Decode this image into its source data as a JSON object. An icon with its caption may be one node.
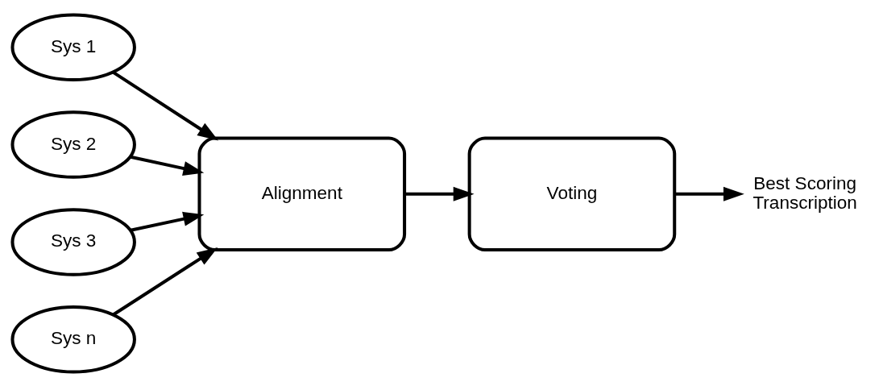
{
  "diagram": {
    "nodes": [
      {
        "text": [
          "Sys 1"
        ]
      },
      {
        "text": [
          "Sys 2"
        ]
      },
      {
        "text": [
          "Sys 3"
        ]
      },
      {
        "text": [
          "Sys n"
        ]
      },
      {
        "text": [
          "Alignment"
        ]
      },
      {
        "text": [
          "Voting"
        ]
      },
      {
        "text": [
          "Best Scoring Transcription"
        ]
      }
    ],
    "edges": [
      {
        "from": 0,
        "to": 4,
        "arrow": "to"
      },
      {
        "from": 1,
        "to": 4,
        "arrow": "to"
      },
      {
        "from": 2,
        "to": 4,
        "arrow": "to"
      },
      {
        "from": 3,
        "to": 4,
        "arrow": "to"
      },
      {
        "from": 4,
        "to": 5,
        "arrow": "to"
      },
      {
        "from": 5,
        "to": 6,
        "arrow": "to"
      }
    ]
  }
}
